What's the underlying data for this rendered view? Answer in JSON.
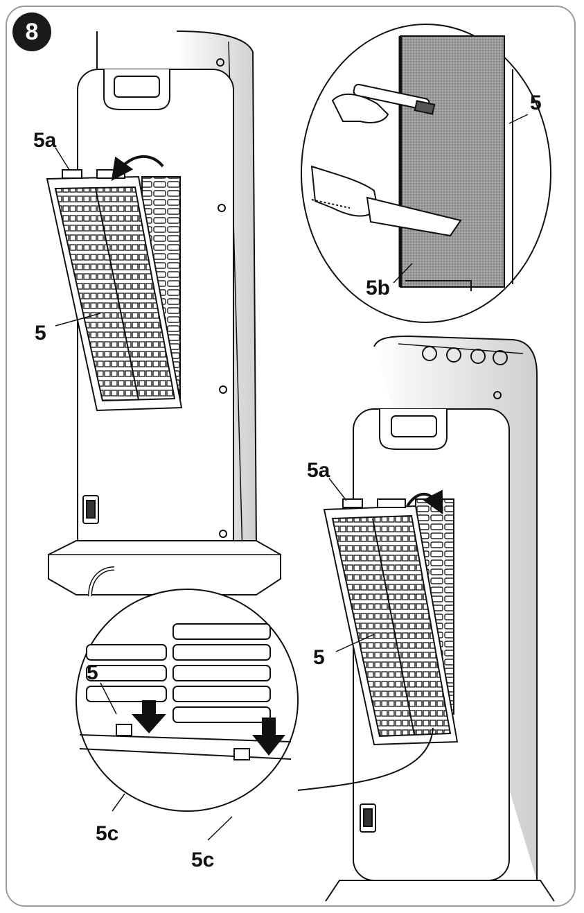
{
  "step": {
    "number": "8"
  },
  "labels": {
    "top_left_filter_tab": "5a",
    "top_left_filter": "5",
    "inset_top_filter": "5",
    "inset_top_mesh": "5b",
    "bottom_right_filter_tab": "5a",
    "bottom_right_filter": "5",
    "inset_bottom_filter": "5",
    "inset_bottom_slot_left": "5c",
    "inset_bottom_slot_right": "5c"
  },
  "colors": {
    "ink": "#111111",
    "frame": "#9a9a9a",
    "badge": "#1a1a1a",
    "mesh": "#8c8c8c"
  }
}
